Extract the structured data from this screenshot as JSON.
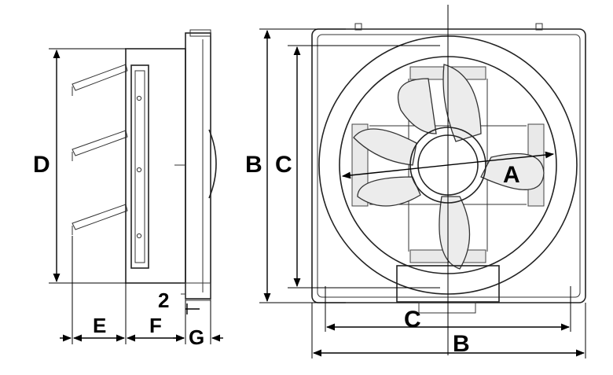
{
  "labels": {
    "side_height": "D",
    "front_outer_height": "B",
    "front_inner_height": "C",
    "blade_diameter": "A",
    "front_inner_width": "C",
    "front_outer_width": "B",
    "depth_shutter": "E",
    "depth_frame": "F",
    "depth_flange": "G",
    "flange_gap": "2"
  }
}
